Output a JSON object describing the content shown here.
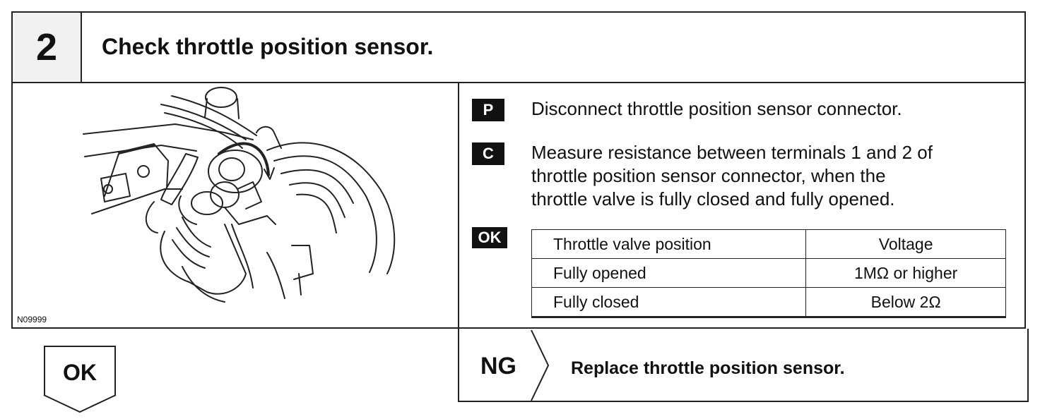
{
  "step": {
    "number": "2",
    "title": "Check throttle position sensor."
  },
  "figure": {
    "id": "N09999"
  },
  "instructions": {
    "prep_badge": "P",
    "prep_text": "Disconnect throttle position sensor connector.",
    "check_badge": "C",
    "check_lines": [
      "Measure resistance between terminals 1 and 2 of",
      "throttle position sensor connector, when the",
      "throttle valve is fully closed and fully opened."
    ],
    "ok_badge": "OK"
  },
  "spec_table": {
    "headers": [
      "Throttle valve position",
      "Voltage"
    ],
    "rows": [
      [
        "Fully opened",
        "1MΩ or higher"
      ],
      [
        "Fully closed",
        "Below 2Ω"
      ]
    ]
  },
  "result": {
    "ok_label": "OK",
    "ng_label": "NG",
    "ng_action": "Replace throttle position sensor."
  }
}
